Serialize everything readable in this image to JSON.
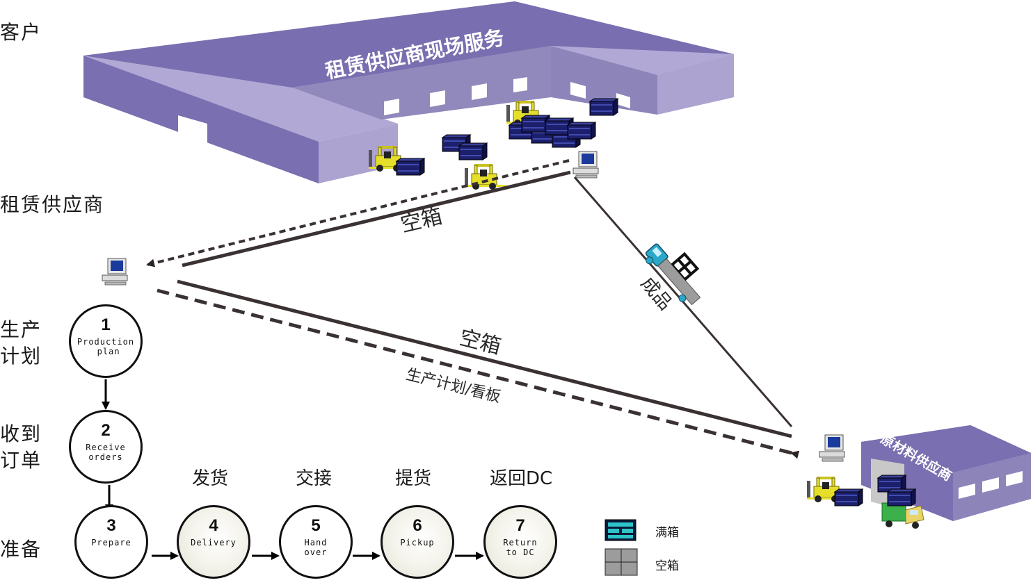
{
  "left_labels": {
    "customer": "客户",
    "rental_supplier": "租赁供应商",
    "production_plan": "生产\n计划",
    "receive_order": "收到\n订单",
    "prepare": "准备"
  },
  "buildings": {
    "main_title": "租赁供应商现场服务",
    "raw_supplier_title": "原材料供应商"
  },
  "flows": {
    "empty_box_top": "空箱",
    "finished_goods": "成品",
    "empty_box_bottom": "空箱",
    "plan_kanban": "生产计划/看板"
  },
  "stage_labels": [
    "发货",
    "交接",
    "提货",
    "返回DC"
  ],
  "steps": [
    {
      "num": "1",
      "text": "Production\n plan"
    },
    {
      "num": "2",
      "text": "Receive\norders"
    },
    {
      "num": "3",
      "text": "Prepare"
    },
    {
      "num": "4",
      "text": "Delivery"
    },
    {
      "num": "5",
      "text": "Hand\nover"
    },
    {
      "num": "6",
      "text": "Pickup"
    },
    {
      "num": "7",
      "text": "Return\nto DC"
    }
  ],
  "legend": {
    "full_box": "满箱",
    "empty_box": "空箱"
  },
  "colors": {
    "building_front": "#7a6fb0",
    "building_top": "#b1a7d4",
    "building_inner": "#9087ba",
    "forklift": "#e5df2a",
    "crate": "#1c1f6b",
    "truck": "#2aa7c9",
    "arrow": "#3a3232"
  }
}
